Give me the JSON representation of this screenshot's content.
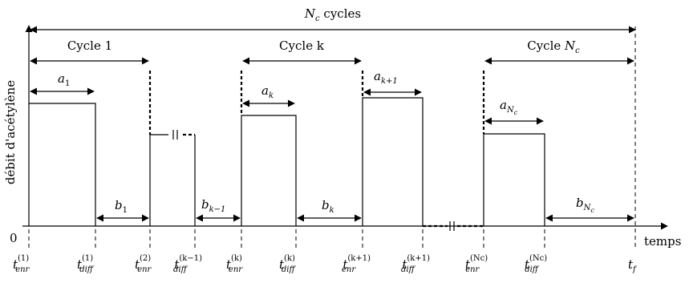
{
  "diagram": {
    "total_label": "N",
    "total_sub": "c",
    "total_suffix": " cycles",
    "y_axis_label": "débit d'acétylène",
    "origin_label": "0",
    "x_axis_label": "temps",
    "cycles": [
      {
        "prefix": "Cycle 1",
        "sub": ""
      },
      {
        "prefix": "Cycle k",
        "sub": ""
      },
      {
        "prefix": "Cycle ",
        "main": "N",
        "sub": "c"
      }
    ],
    "a_labels": [
      {
        "main": "a",
        "sub": "1"
      },
      {
        "main": "a",
        "sub": "k"
      },
      {
        "main": "a",
        "sub": "k+1"
      },
      {
        "main": "a",
        "sub": "N",
        "subsub": "c"
      }
    ],
    "b_labels": [
      {
        "main": "b",
        "sub": "1"
      },
      {
        "main": "b",
        "sub": "k−1"
      },
      {
        "main": "b",
        "sub": "k"
      },
      {
        "main": "b",
        "sub": "N",
        "subsub": "c"
      }
    ],
    "ticks": [
      {
        "main": "t",
        "sup": "(1)",
        "sub": "enr"
      },
      {
        "main": "t",
        "sup": "(1)",
        "sub": "diff"
      },
      {
        "main": "t",
        "sup": "(2)",
        "sub": "enr"
      },
      {
        "main": "t",
        "sup": "(k−1)",
        "sub": "diff"
      },
      {
        "main": "t",
        "sup": "(k)",
        "sub": "enr"
      },
      {
        "main": "t",
        "sup": "(k)",
        "sub": "diff"
      },
      {
        "main": "t",
        "sup": "(k+1)",
        "sub": "enr"
      },
      {
        "main": "t",
        "sup": "(k+1)",
        "sub": "diff"
      },
      {
        "main": "t",
        "sup": "(Nc)",
        "sub": "enr"
      },
      {
        "main": "t",
        "sup": "(Nc)",
        "sub": "diff"
      },
      {
        "main": "t",
        "sup": "",
        "sub": "f"
      }
    ]
  }
}
